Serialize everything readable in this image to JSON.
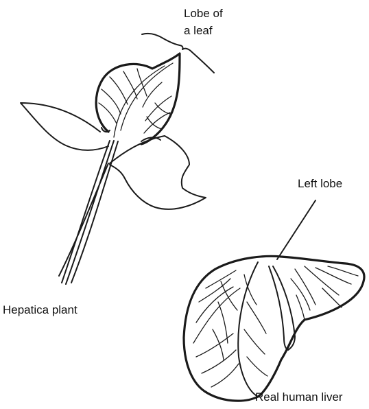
{
  "labels": {
    "lobe_of_leaf_line1": "Lobe of",
    "lobe_of_leaf_line2": "a leaf",
    "left_lobe": "Left lobe",
    "hepatica_plant": "Hepatica plant",
    "real_human_liver": "Real human liver"
  },
  "colors": {
    "ink": "#1a1a1a",
    "background": "#ffffff"
  }
}
